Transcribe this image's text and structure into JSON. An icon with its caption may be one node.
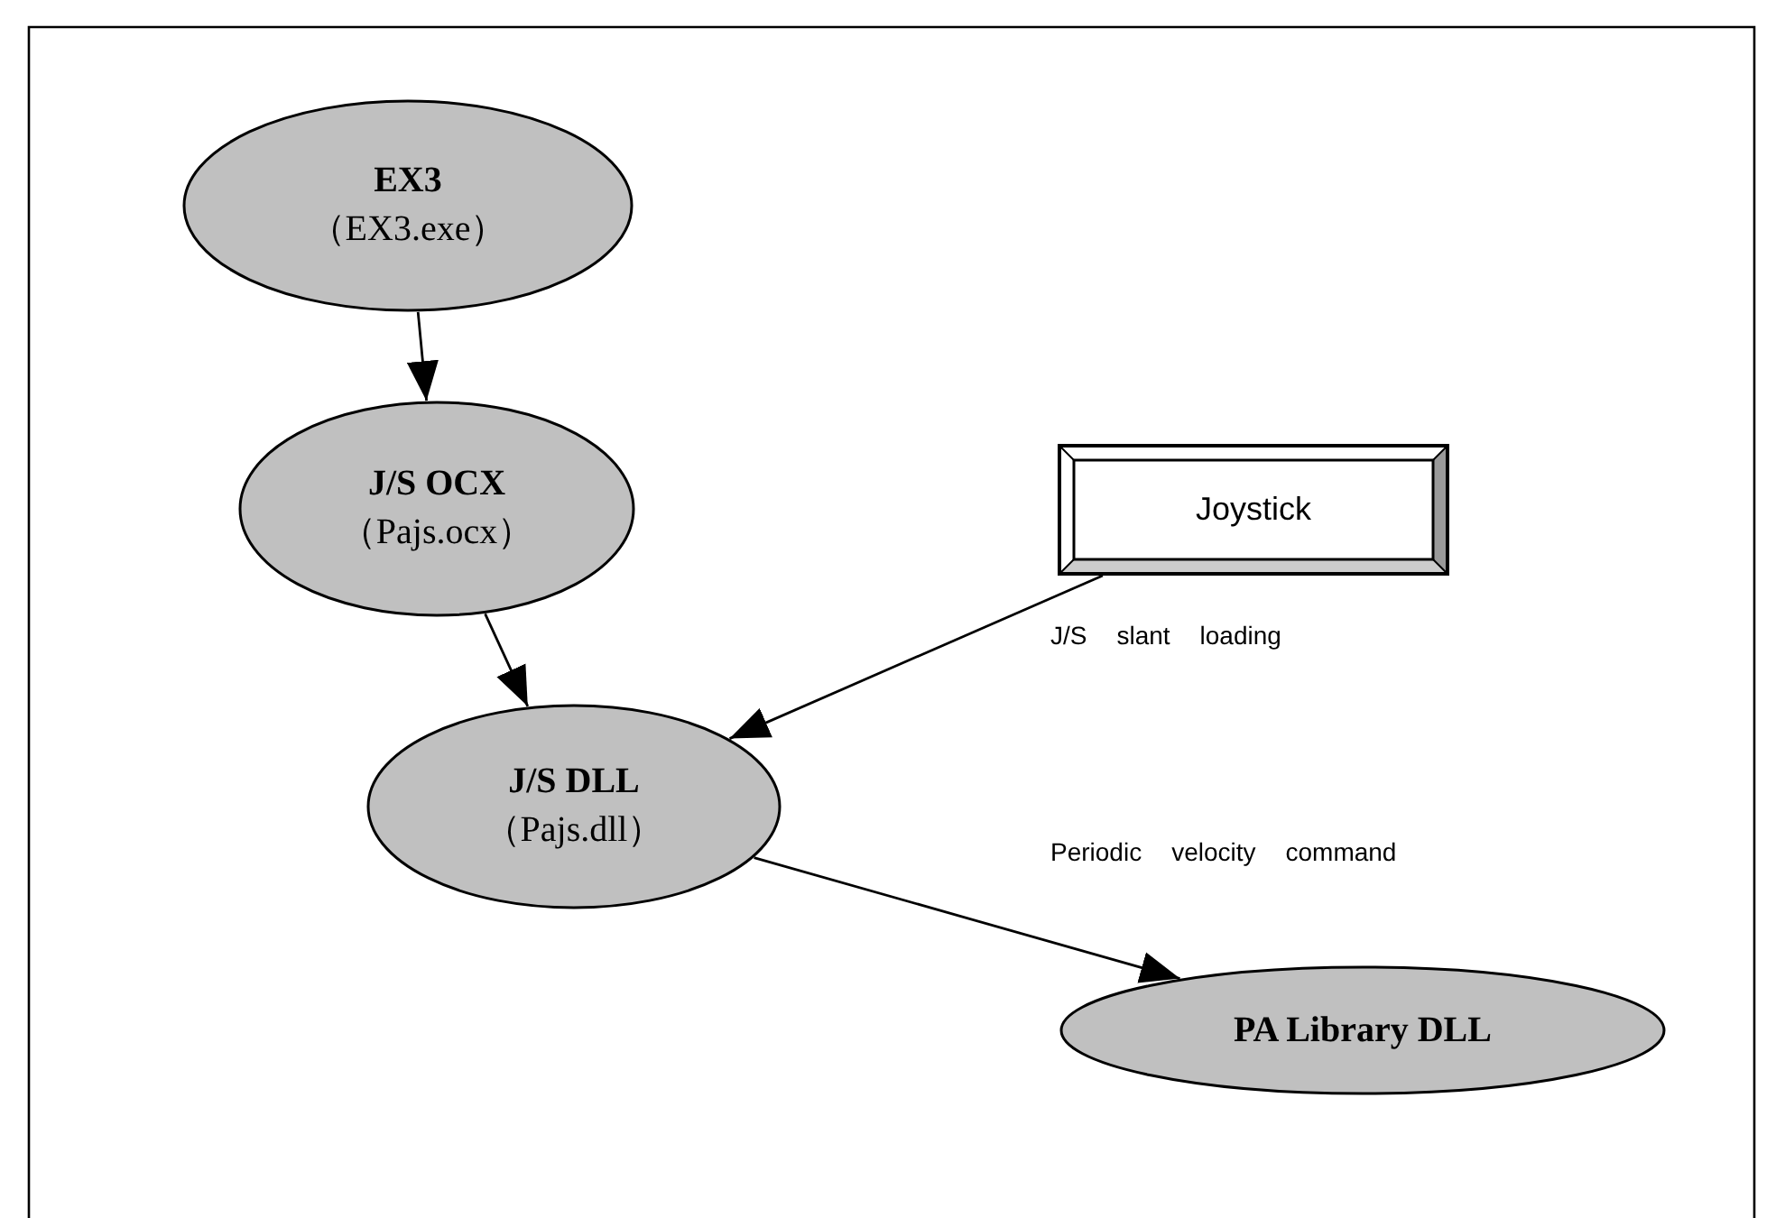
{
  "diagram": {
    "nodes": [
      {
        "text": [
          "EX3",
          "（EX3.exe）"
        ]
      },
      {
        "text": [
          "J/S OCX",
          "（Pajs.ocx）"
        ]
      },
      {
        "text": [
          "J/S DLL",
          "（Pajs.dll）"
        ]
      },
      {
        "text": [
          "Joystick"
        ]
      },
      {
        "text": [
          "PA Library DLL"
        ]
      }
    ],
    "edges": [
      {
        "from": 0,
        "to": 1,
        "arrow": "to"
      },
      {
        "from": 1,
        "to": 2,
        "arrow": "to"
      },
      {
        "from": 3,
        "to": 2,
        "arrow": "to",
        "label": "J/S slant loading"
      },
      {
        "from": 2,
        "to": 4,
        "arrow": "to",
        "label": "Periodic velocity command"
      }
    ]
  }
}
